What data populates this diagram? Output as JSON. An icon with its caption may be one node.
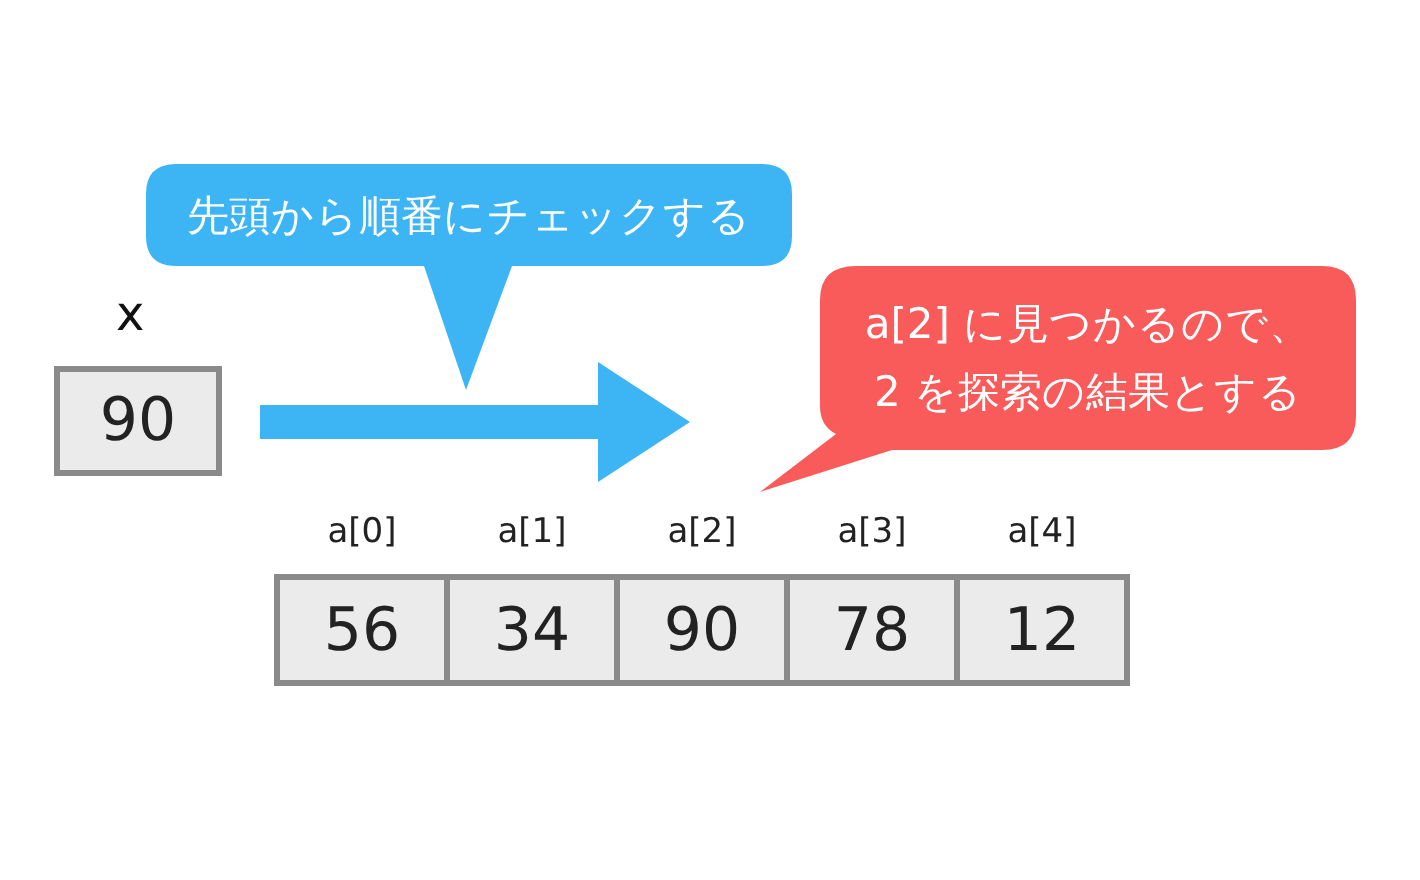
{
  "diagram": {
    "nodes": [
      {
        "text": [
          "90"
        ]
      },
      {
        "text": [
          "56"
        ],
        "beside": [
          "a[0]"
        ]
      },
      {
        "text": [
          "34"
        ],
        "beside": [
          "a[1]"
        ]
      },
      {
        "text": [
          "90"
        ],
        "beside": [
          "a[2]"
        ]
      },
      {
        "text": [
          "78"
        ],
        "beside": [
          "a[3]"
        ]
      },
      {
        "text": [
          "12"
        ],
        "beside": [
          "a[4]"
        ]
      },
      {
        "text": [
          "先頭から順番にチェックする"
        ]
      },
      {
        "text": [
          "a[2] に見つかるので、2 を探索の結果とする"
        ]
      }
    ],
    "labels": [
      "x"
    ]
  }
}
